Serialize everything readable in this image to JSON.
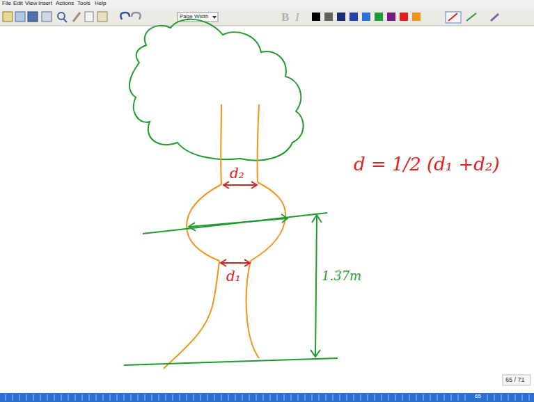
{
  "diagram": {
    "labels": [
      "File",
      "Edit",
      "View",
      "Insert",
      "Actions",
      "Tools",
      "Help",
      "Page Width",
      "B",
      "I",
      "d₂",
      "d₁",
      "1.37m",
      "d = 1/2 (d₁ +d₂)",
      "65 / 71",
      "65"
    ]
  }
}
